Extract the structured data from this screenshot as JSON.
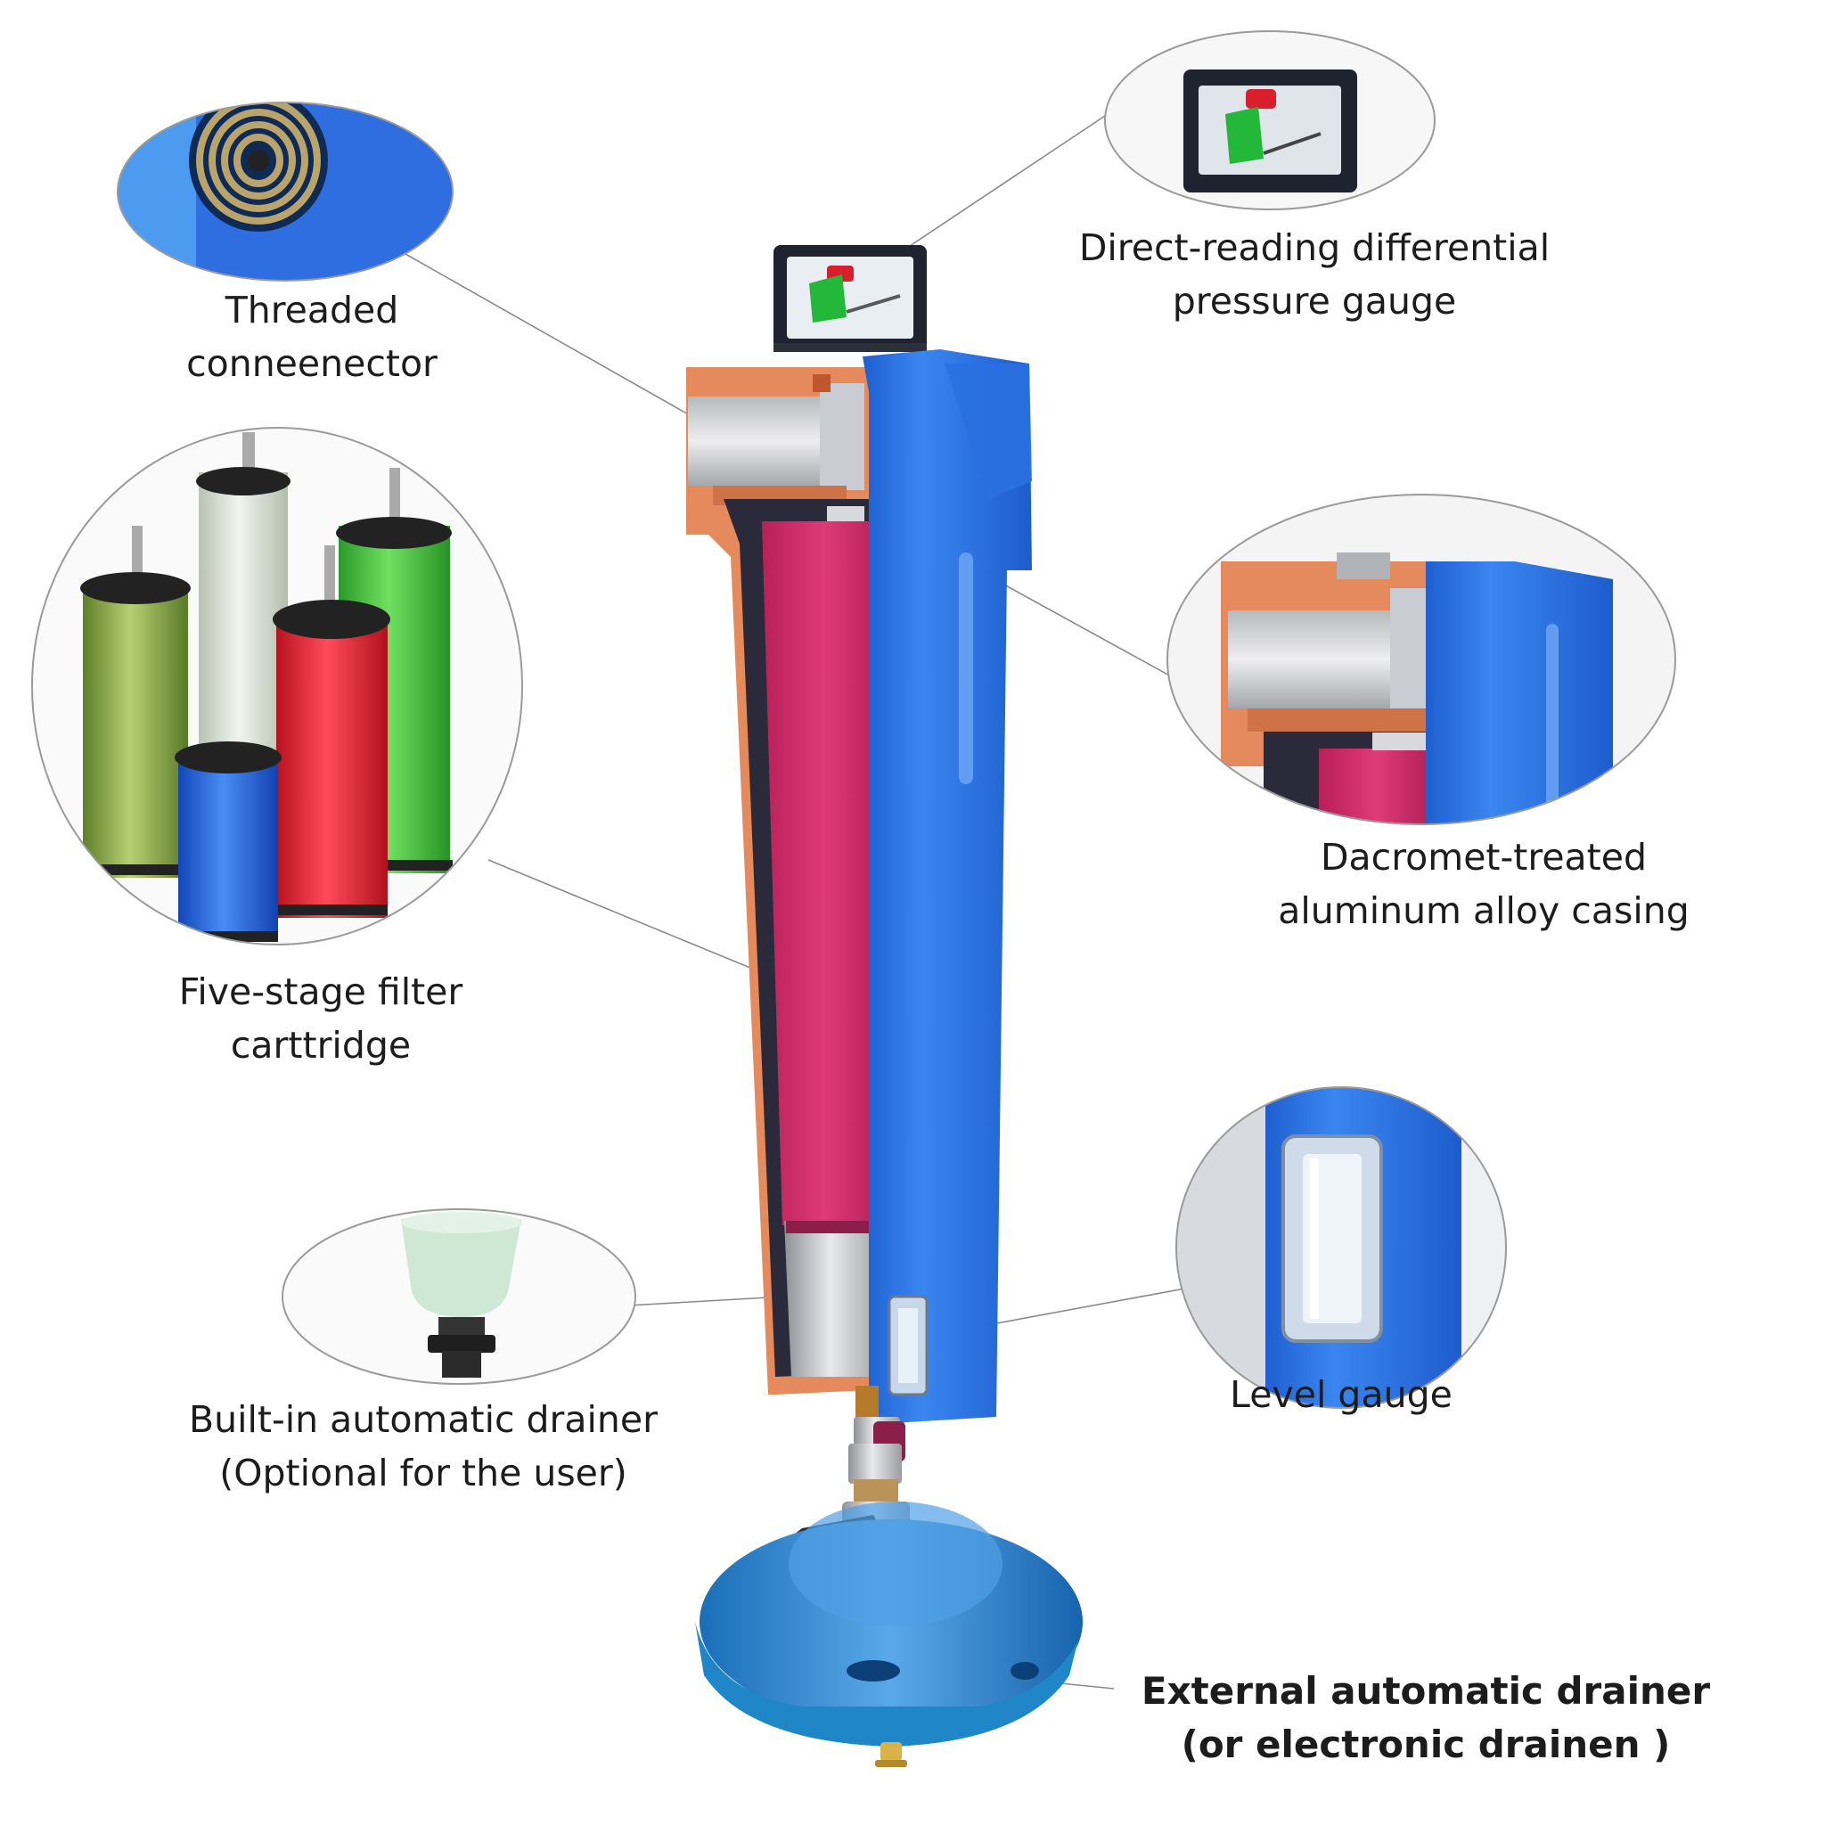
{
  "labels": {
    "threaded": {
      "line1": "Threaded",
      "line2": "conneenector"
    },
    "gauge": {
      "line1": "Direct-reading differential",
      "line2": "pressure gauge"
    },
    "casing": {
      "line1": "Dacromet-treated",
      "line2": "aluminum alloy casing"
    },
    "cartridge": {
      "line1": "Five-stage filter",
      "line2": "carttridge"
    },
    "level": {
      "line1": "Level gauge"
    },
    "builtin": {
      "line1": "Built-in automatic drainer",
      "line2": "(Optional for the user)"
    },
    "external": {
      "line1": "External automatic drainer",
      "line2": "(or electronic drainen )"
    }
  },
  "colors": {
    "casing_blue": "#2f7fe8",
    "casing_orange": "#e48a5c",
    "filter_magenta": "#d8336f",
    "cartridge_green": "#3ec63a",
    "cartridge_red": "#e8283e",
    "leader_line": "#8a8a8a"
  }
}
